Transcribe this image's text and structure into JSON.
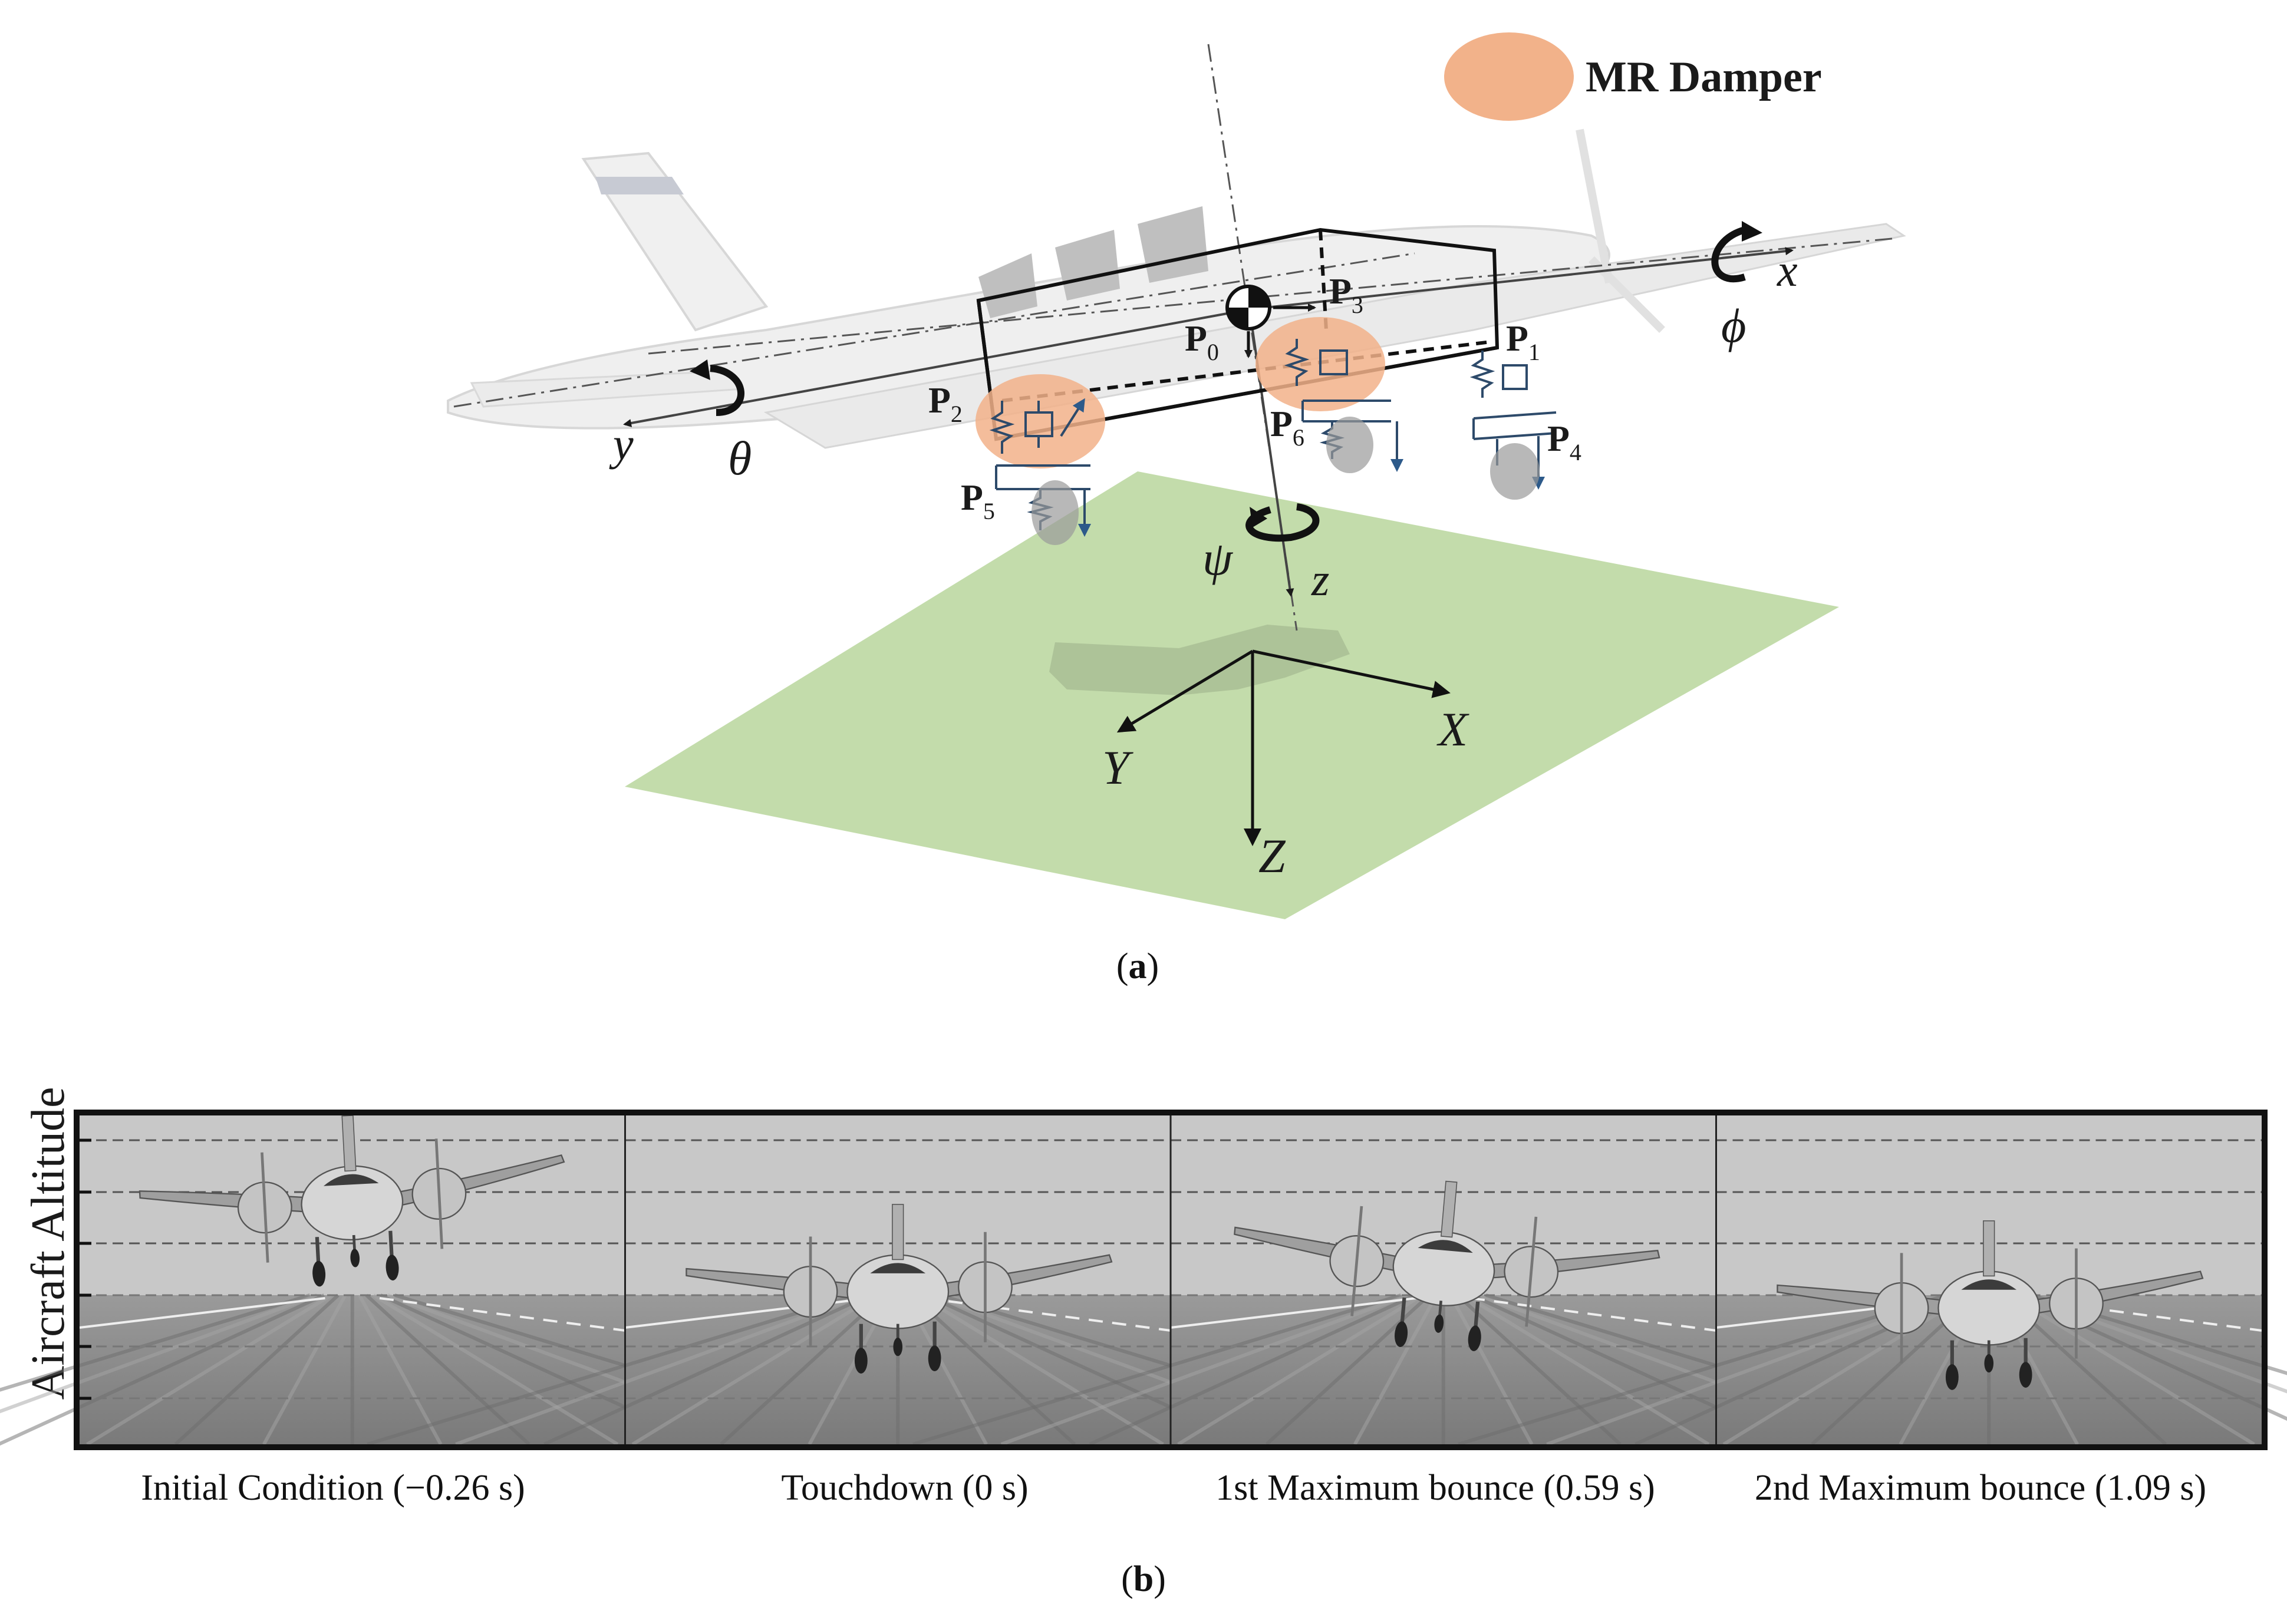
{
  "panel_a": {
    "caption_open": "(",
    "caption_letter": "a",
    "caption_close": ")",
    "legend_label": "MR Damper",
    "legend_color": "#f2b28a",
    "ground_color": "#c3dcab",
    "points": {
      "p0": {
        "letter": "P",
        "sub": "0"
      },
      "p1": {
        "letter": "P",
        "sub": "1"
      },
      "p2": {
        "letter": "P",
        "sub": "2"
      },
      "p3": {
        "letter": "P",
        "sub": "3"
      },
      "p4": {
        "letter": "P",
        "sub": "4"
      },
      "p5": {
        "letter": "P",
        "sub": "5"
      },
      "p6": {
        "letter": "P",
        "sub": "6"
      }
    },
    "body_axes": {
      "x": "x",
      "y": "y",
      "z": "z"
    },
    "rotations": {
      "phi": "ϕ",
      "theta": "θ",
      "psi": "ψ"
    },
    "inertial_axes": {
      "X": "X",
      "Y": "Y",
      "Z": "Z"
    }
  },
  "panel_b": {
    "caption_open": "(",
    "caption_letter": "b",
    "caption_close": ")",
    "y_axis_label": "Aircraft Altitude",
    "frames": [
      {
        "label": "Initial Condition (−0.26 s)",
        "altitude_level": 0.72
      },
      {
        "label": "Touchdown (0 s)",
        "altitude_level": 0.45
      },
      {
        "label": "1st Maximum bounce (0.59 s)",
        "altitude_level": 0.52
      },
      {
        "label": "2nd Maximum bounce (1.09 s)",
        "altitude_level": 0.4
      }
    ],
    "sky_color": "#c8c8c8",
    "runway_color": "#8e8e8e"
  }
}
